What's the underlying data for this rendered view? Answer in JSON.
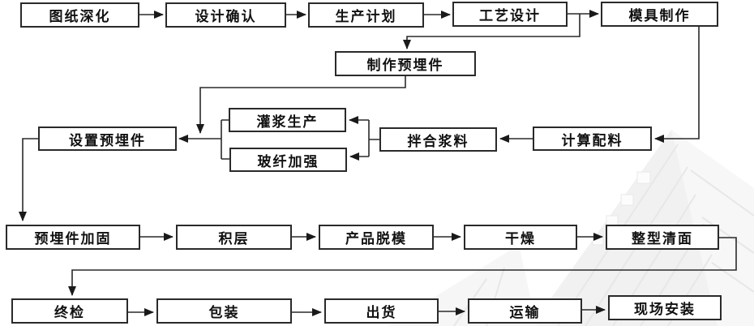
{
  "diagram": {
    "type": "flowchart",
    "background_watermark": "faint high-rise building photo, lower right",
    "nodes": [
      {
        "id": "n1",
        "label": "图纸深化"
      },
      {
        "id": "n2",
        "label": "设计确认"
      },
      {
        "id": "n3",
        "label": "生产计划"
      },
      {
        "id": "n4",
        "label": "工艺设计"
      },
      {
        "id": "n5",
        "label": "模具制作"
      },
      {
        "id": "n6",
        "label": "制作预埋件"
      },
      {
        "id": "n7",
        "label": "设置预埋件"
      },
      {
        "id": "n8",
        "label": "灌浆生产"
      },
      {
        "id": "n9",
        "label": "玻纤加强"
      },
      {
        "id": "n10",
        "label": "拌合浆料"
      },
      {
        "id": "n11",
        "label": "计算配料"
      },
      {
        "id": "n12",
        "label": "预埋件加固"
      },
      {
        "id": "n13",
        "label": "积层"
      },
      {
        "id": "n14",
        "label": "产品脱模"
      },
      {
        "id": "n15",
        "label": "干燥"
      },
      {
        "id": "n16",
        "label": "整型清面"
      },
      {
        "id": "n17",
        "label": "终检"
      },
      {
        "id": "n18",
        "label": "包装"
      },
      {
        "id": "n19",
        "label": "出货"
      },
      {
        "id": "n20",
        "label": "运输"
      },
      {
        "id": "n21",
        "label": "现场安装"
      }
    ],
    "edges": [
      {
        "from": "n1",
        "to": "n2"
      },
      {
        "from": "n2",
        "to": "n3"
      },
      {
        "from": "n3",
        "to": "n4"
      },
      {
        "from": "n4",
        "to": "n5"
      },
      {
        "from": "n4",
        "to": "n6"
      },
      {
        "from": "n6",
        "to": "n7"
      },
      {
        "from": "n5",
        "to": "n11"
      },
      {
        "from": "n11",
        "to": "n10"
      },
      {
        "from": "n10",
        "to": "n8"
      },
      {
        "from": "n10",
        "to": "n9"
      },
      {
        "from": "n8",
        "to": "n7"
      },
      {
        "from": "n9",
        "to": "n7"
      },
      {
        "from": "n7",
        "to": "n12"
      },
      {
        "from": "n12",
        "to": "n13"
      },
      {
        "from": "n13",
        "to": "n14"
      },
      {
        "from": "n14",
        "to": "n15"
      },
      {
        "from": "n15",
        "to": "n16"
      },
      {
        "from": "n16",
        "to": "n17"
      },
      {
        "from": "n17",
        "to": "n18"
      },
      {
        "from": "n18",
        "to": "n19"
      },
      {
        "from": "n19",
        "to": "n20"
      },
      {
        "from": "n20",
        "to": "n21"
      }
    ],
    "colors": {
      "box_fill": "#ffffff",
      "box_border": "#2a2a2a",
      "text": "#111111",
      "arrow": "#1a1a1a",
      "watermark_gray": "#e6e6e6"
    }
  }
}
